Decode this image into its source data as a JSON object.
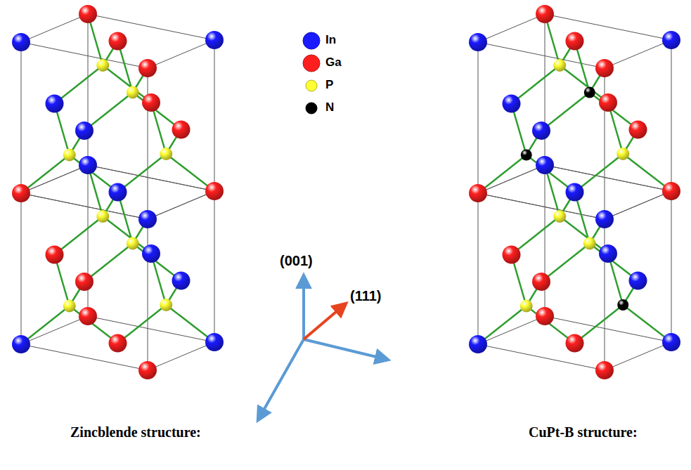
{
  "diagram": {
    "labels": [
      "(001)",
      "(111)",
      "Zincblende structure:",
      "CuPt-B structure:"
    ],
    "legend": [
      {
        "text": "In",
        "color": "#1a1aff"
      },
      {
        "text": "Ga",
        "color": "#ff1f1f"
      },
      {
        "text": "P",
        "color": "#ffff33"
      },
      {
        "text": "N",
        "color": "#000000"
      }
    ]
  }
}
